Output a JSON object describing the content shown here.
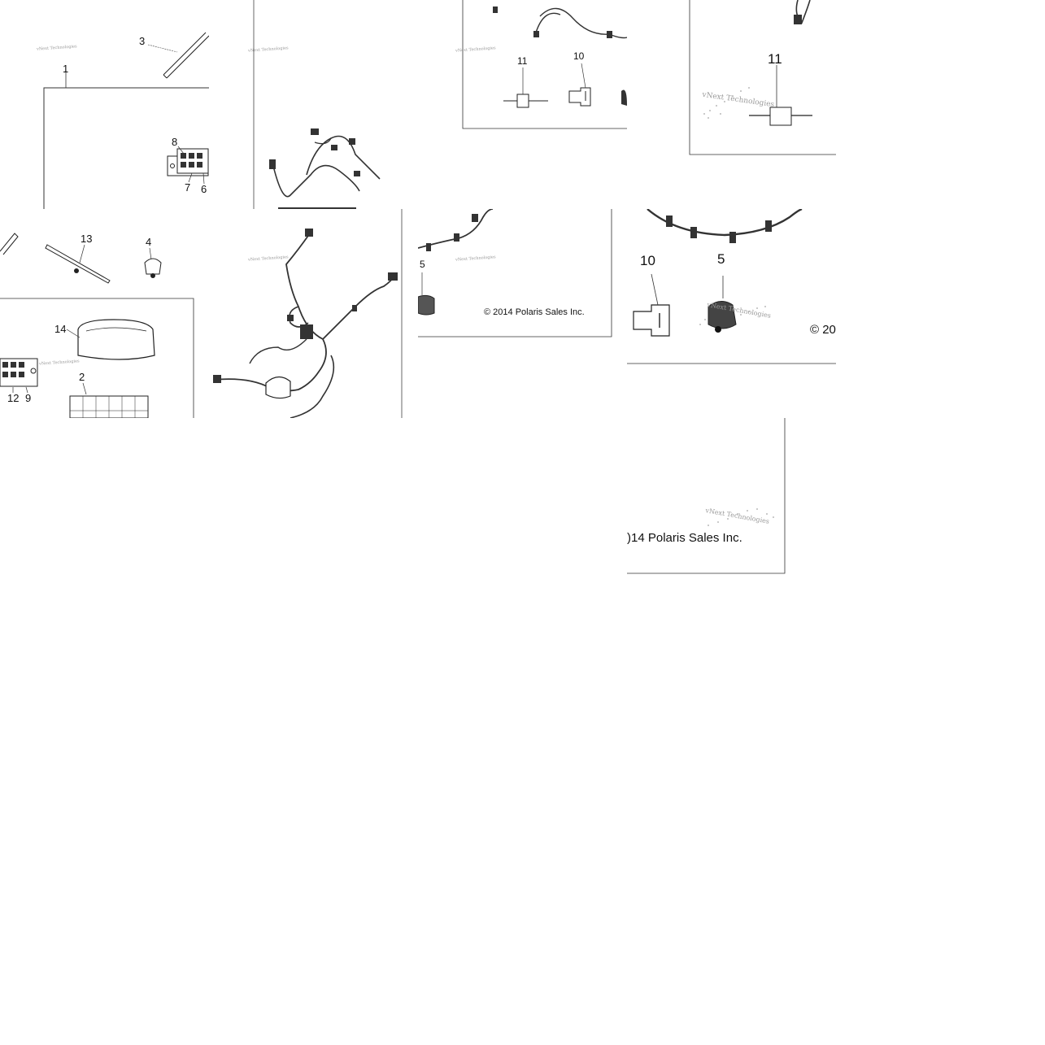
{
  "tiles": {
    "t1": {
      "callouts": [
        "3",
        "1",
        "8",
        "7",
        "6"
      ],
      "watermark": "vNext Technologies"
    },
    "t2": {
      "watermark": "vNext Technologies"
    },
    "t3": {
      "callouts": [
        "11",
        "10"
      ],
      "watermark": "vNext Technologies"
    },
    "t4": {
      "callouts": [
        "11"
      ],
      "watermark": "vNext Technologies"
    },
    "t5": {
      "callouts": [
        "13",
        "4",
        "14",
        "2",
        "12",
        "9"
      ],
      "watermark": "vNext Technologies"
    },
    "t6": {
      "watermark": "vNext Technologies"
    },
    "t7": {
      "callouts": [
        "5"
      ],
      "watermark": "vNext Technologies",
      "copyright": "© 2014 Polaris Sales Inc."
    },
    "t8": {
      "callouts": [
        "10",
        "5"
      ],
      "watermark": "vNext Technologies",
      "copyright": "© 20"
    },
    "t9": {
      "watermark": "vNext Technologies",
      "copyright": ")14 Polaris Sales Inc."
    }
  }
}
